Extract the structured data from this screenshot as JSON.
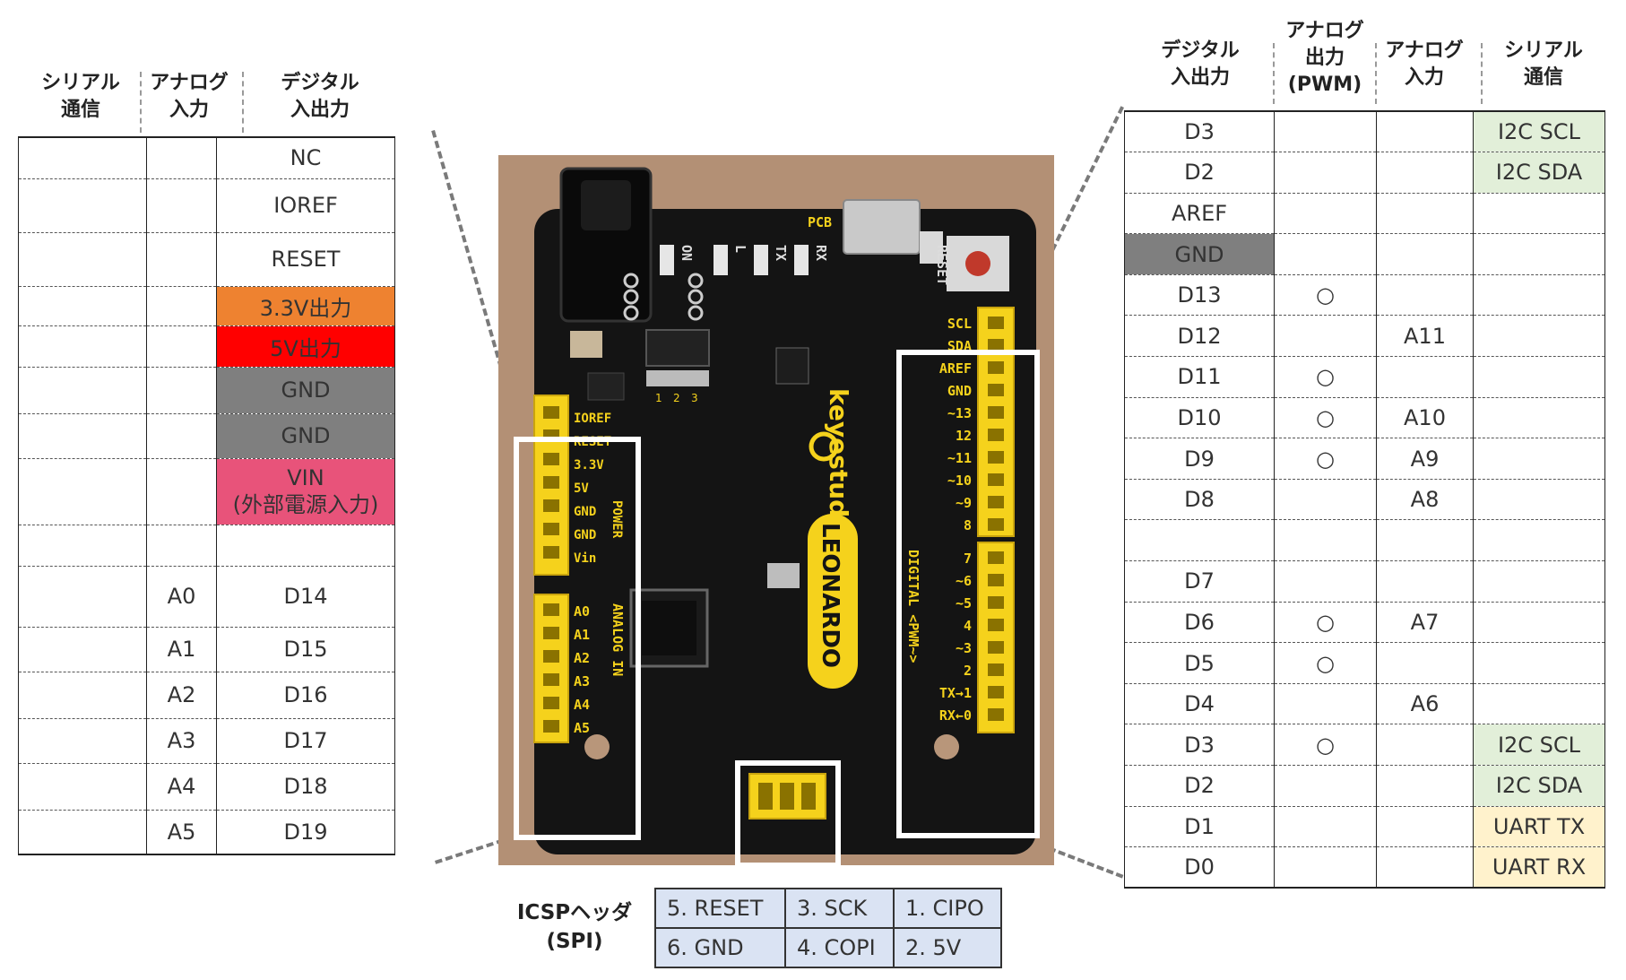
{
  "left_headers": {
    "serial": [
      "シリアル",
      "通信"
    ],
    "analog_in": [
      "アナログ",
      "入力"
    ],
    "digital_io": [
      "デジタル",
      "入出力"
    ]
  },
  "left_rows": [
    {
      "serial": "",
      "analog": "",
      "digital": "NC",
      "color": ""
    },
    {
      "serial": "",
      "analog": "",
      "digital": "IOREF",
      "color": ""
    },
    {
      "serial": "",
      "analog": "",
      "digital": "RESET",
      "color": ""
    },
    {
      "serial": "",
      "analog": "",
      "digital": "3.3V出力",
      "color": "orange"
    },
    {
      "serial": "",
      "analog": "",
      "digital": "5V出力",
      "color": "red"
    },
    {
      "serial": "",
      "analog": "",
      "digital": "GND",
      "color": "gray"
    },
    {
      "serial": "",
      "analog": "",
      "digital": "GND",
      "color": "gray"
    },
    {
      "serial": "",
      "analog": "",
      "digital": "VIN",
      "digital_sub": "(外部電源入力)",
      "color": "pink"
    },
    {
      "serial": "",
      "analog": "",
      "digital": "",
      "color": ""
    },
    {
      "serial": "",
      "analog": "A0",
      "digital": "D14",
      "color": ""
    },
    {
      "serial": "",
      "analog": "A1",
      "digital": "D15",
      "color": ""
    },
    {
      "serial": "",
      "analog": "A2",
      "digital": "D16",
      "color": ""
    },
    {
      "serial": "",
      "analog": "A3",
      "digital": "D17",
      "color": ""
    },
    {
      "serial": "",
      "analog": "A4",
      "digital": "D18",
      "color": ""
    },
    {
      "serial": "",
      "analog": "A5",
      "digital": "D19",
      "color": ""
    }
  ],
  "right_headers": {
    "digital_io": [
      "デジタル",
      "入出力"
    ],
    "pwm": [
      "アナログ",
      "出力",
      "(PWM)"
    ],
    "analog_in": [
      "アナログ",
      "入力"
    ],
    "serial": [
      "シリアル",
      "通信"
    ]
  },
  "right_rows": [
    {
      "digital": "D3",
      "pwm": "",
      "analog": "",
      "serial": "I2C SCL",
      "digital_color": "",
      "serial_color": "green"
    },
    {
      "digital": "D2",
      "pwm": "",
      "analog": "",
      "serial": "I2C SDA",
      "digital_color": "",
      "serial_color": "green"
    },
    {
      "digital": "AREF",
      "pwm": "",
      "analog": "",
      "serial": "",
      "digital_color": "",
      "serial_color": ""
    },
    {
      "digital": "GND",
      "pwm": "",
      "analog": "",
      "serial": "",
      "digital_color": "gray",
      "serial_color": ""
    },
    {
      "digital": "D13",
      "pwm": "○",
      "analog": "",
      "serial": "",
      "digital_color": "",
      "serial_color": ""
    },
    {
      "digital": "D12",
      "pwm": "",
      "analog": "A11",
      "serial": "",
      "digital_color": "",
      "serial_color": ""
    },
    {
      "digital": "D11",
      "pwm": "○",
      "analog": "",
      "serial": "",
      "digital_color": "",
      "serial_color": ""
    },
    {
      "digital": "D10",
      "pwm": "○",
      "analog": "A10",
      "serial": "",
      "digital_color": "",
      "serial_color": ""
    },
    {
      "digital": "D9",
      "pwm": "○",
      "analog": "A9",
      "serial": "",
      "digital_color": "",
      "serial_color": ""
    },
    {
      "digital": "D8",
      "pwm": "",
      "analog": "A8",
      "serial": "",
      "digital_color": "",
      "serial_color": ""
    },
    {
      "digital": "",
      "pwm": "",
      "analog": "",
      "serial": "",
      "digital_color": "",
      "serial_color": ""
    },
    {
      "digital": "D7",
      "pwm": "",
      "analog": "",
      "serial": "",
      "digital_color": "",
      "serial_color": ""
    },
    {
      "digital": "D6",
      "pwm": "○",
      "analog": "A7",
      "serial": "",
      "digital_color": "",
      "serial_color": ""
    },
    {
      "digital": "D5",
      "pwm": "○",
      "analog": "",
      "serial": "",
      "digital_color": "",
      "serial_color": ""
    },
    {
      "digital": "D4",
      "pwm": "",
      "analog": "A6",
      "serial": "",
      "digital_color": "",
      "serial_color": ""
    },
    {
      "digital": "D3",
      "pwm": "○",
      "analog": "",
      "serial": "I2C SCL",
      "digital_color": "",
      "serial_color": "green"
    },
    {
      "digital": "D2",
      "pwm": "",
      "analog": "",
      "serial": "I2C SDA",
      "digital_color": "",
      "serial_color": "green"
    },
    {
      "digital": "D1",
      "pwm": "",
      "analog": "",
      "serial": "UART TX",
      "digital_color": "",
      "serial_color": "yellow"
    },
    {
      "digital": "D0",
      "pwm": "",
      "analog": "",
      "serial": "UART RX",
      "digital_color": "",
      "serial_color": "yellow"
    }
  ],
  "icsp": {
    "title": [
      "ICSPヘッダ",
      "(SPI)"
    ],
    "rows": [
      [
        "5. RESET",
        "3. SCK",
        "1. CIPO"
      ],
      [
        "6. GND",
        "4. COPI",
        "2. 5V"
      ]
    ]
  },
  "board": {
    "brand": "keyestudio",
    "model": "LEONARDO",
    "silkscreen": {
      "power_label": "POWER",
      "analog_label": "ANALOG IN",
      "digital_label": "DIGITAL <PWM~>",
      "power_pins": [
        "IOREF",
        "RESET",
        "3.3V",
        "5V",
        "GND",
        "GND",
        "Vin"
      ],
      "analog_pins": [
        "A0",
        "A1",
        "A2",
        "A3",
        "A4",
        "A5"
      ],
      "digital_top": [
        "SCL",
        "SDA",
        "AREF",
        "GND",
        "~13",
        "12",
        "~11",
        "~10",
        "~9",
        "8"
      ],
      "digital_bottom": [
        "7",
        "~6",
        "~5",
        "4",
        "~3",
        "2",
        "TX→1",
        "RX←0"
      ],
      "leds": [
        "ON",
        "L",
        "TX",
        "RX"
      ],
      "pcb": "PCB",
      "reset": "RESET",
      "chip_numbers": [
        "1",
        "2",
        "3"
      ]
    }
  },
  "colors": {
    "orange": "#ee8230",
    "red": "#ff0000",
    "gray": "#7f7f7f",
    "pink": "#e8537a",
    "green": "#e2efd9",
    "yellow": "#fff2cc",
    "icsp_blue": "#dae3f3",
    "board_black": "#141414",
    "header_yellow": "#f5d21c",
    "wood": "#b8967a"
  }
}
